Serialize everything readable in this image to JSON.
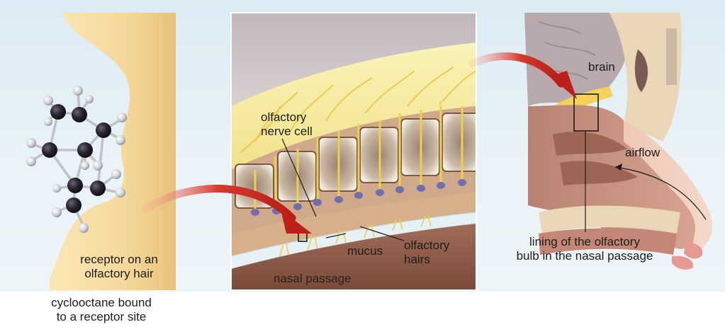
{
  "receptor_label": "receptor on an\nolfactory hair",
  "caption": "cyclooctane bound\nto a receptor site",
  "nerve_cell_label": "olfactory\nnerve cell",
  "mucus_label": "mucus",
  "hairs_label": "olfactory\nhairs",
  "nasal_passage_label": "nasal passage",
  "brain_label": "brain",
  "airflow_label": "airflow",
  "lining_label": "lining of the olfactory\nbulb in the nasal passage",
  "colors": {
    "membrane": "#f7dea3",
    "carbon_atom": "#231f2b",
    "hydrogen_atom": "#d7d9dc",
    "arrow": "#c8231d",
    "tissue": "#8e5b4a",
    "nerve": "#f4d35e"
  }
}
